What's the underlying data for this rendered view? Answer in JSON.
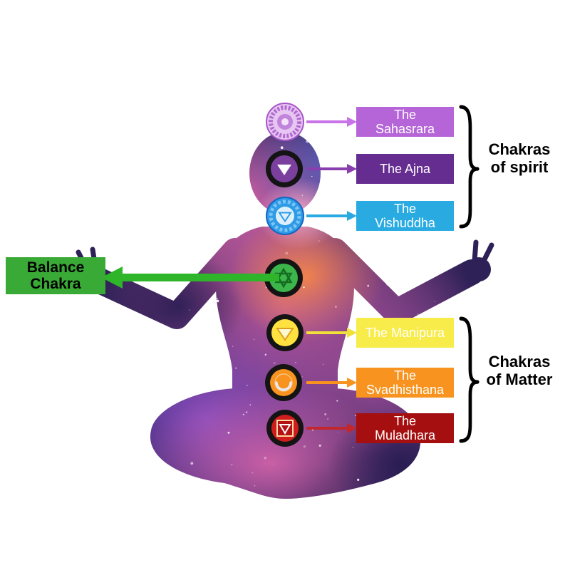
{
  "rows": [
    {
      "id": "sahasrara",
      "label": "The Sahasrara",
      "side": "right",
      "box_color": "#b565d8",
      "arrow_color": "#c873e8",
      "text_color": "#ffffff"
    },
    {
      "id": "ajna",
      "label": "The Ajna",
      "side": "right",
      "box_color": "#662d91",
      "arrow_color": "#8a3fb0",
      "text_color": "#ffffff"
    },
    {
      "id": "vishuddha",
      "label": "The Vishuddha",
      "side": "right",
      "box_color": "#29abe2",
      "arrow_color": "#29abe2",
      "text_color": "#ffffff"
    },
    {
      "id": "anahata",
      "label": "Balance Chakra",
      "side": "left",
      "box_color": "#39aa35",
      "arrow_color": "#2fb52a",
      "text_color": "#000000"
    },
    {
      "id": "manipura",
      "label": "The Manipura",
      "side": "right",
      "box_color": "#f7ec4a",
      "arrow_color": "#f0e13a",
      "text_color": "#ffffff"
    },
    {
      "id": "svadhisthana",
      "label": "The Svadhisthana",
      "side": "right",
      "box_color": "#f7931e",
      "arrow_color": "#f7931e",
      "text_color": "#ffffff"
    },
    {
      "id": "muladhara",
      "label": "The Muladhara",
      "side": "right",
      "box_color": "#a50f0f",
      "arrow_color": "#c1272d",
      "text_color": "#ffffff"
    }
  ],
  "groups": [
    {
      "id": "spirit",
      "label": "Chakras of spirit"
    },
    {
      "id": "matter",
      "label": "Chakras of Matter"
    }
  ],
  "figure_colors": {
    "base": "#2e2157",
    "pink": "#c25a9e",
    "magenta": "#d664a8",
    "orange": "#ff8c42",
    "purple": "#8a4fc8",
    "violet": "#a04f9e",
    "blue": "#5a6fd8",
    "star": "#ffffff"
  }
}
